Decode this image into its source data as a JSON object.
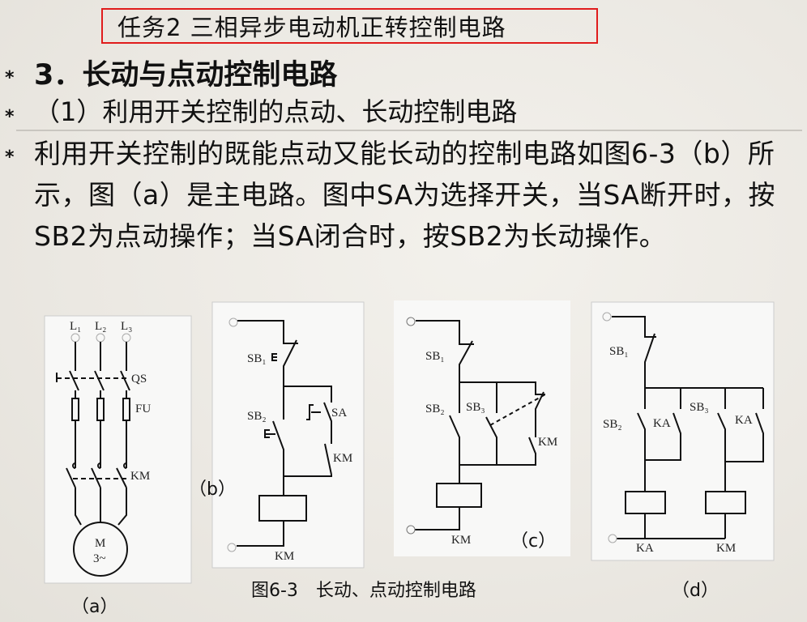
{
  "title": "任务2  三相异步电动机正转控制电路",
  "bullet_symbol": "*",
  "heading": "3．长动与点动控制电路",
  "subheading": "（1）利用开关控制的点动、长动控制电路",
  "paragraph": "利用开关控制的既能点动又能长动的控制电路如图6-3（b）所示，图（a）是主电路。图中SA为选择开关，当SA断开时，按SB2为点动操作；当SA闭合时，按SB2为长动操作。",
  "figure": {
    "caption": "图6-3　长动、点动控制电路",
    "panel_a": {
      "label": "（a）",
      "phases": [
        "L₁",
        "L₂",
        "L₃"
      ],
      "qs": "QS",
      "fu": "FU",
      "km": "KM",
      "motor": "M",
      "motor_type": "3~"
    },
    "panel_b": {
      "label": "（b）",
      "sb1": "SB₁",
      "sb2": "SB₂",
      "sa": "SA",
      "km_contact": "KM",
      "coil": "KM"
    },
    "panel_c": {
      "label": "（c）",
      "sb1": "SB₁",
      "sb2": "SB₂",
      "sb3": "SB₃",
      "km_contact": "KM",
      "coil": "KM"
    },
    "panel_d": {
      "label": "（d）",
      "sb1": "SB₁",
      "sb2": "SB₂",
      "sb3": "SB₃",
      "ka1": "KA",
      "ka2": "KA",
      "coil_ka": "KA",
      "coil_km": "KM"
    }
  },
  "colors": {
    "title_border": "#e01c1c",
    "background": "#ebe8e2",
    "panel": "#f8f8f7"
  }
}
